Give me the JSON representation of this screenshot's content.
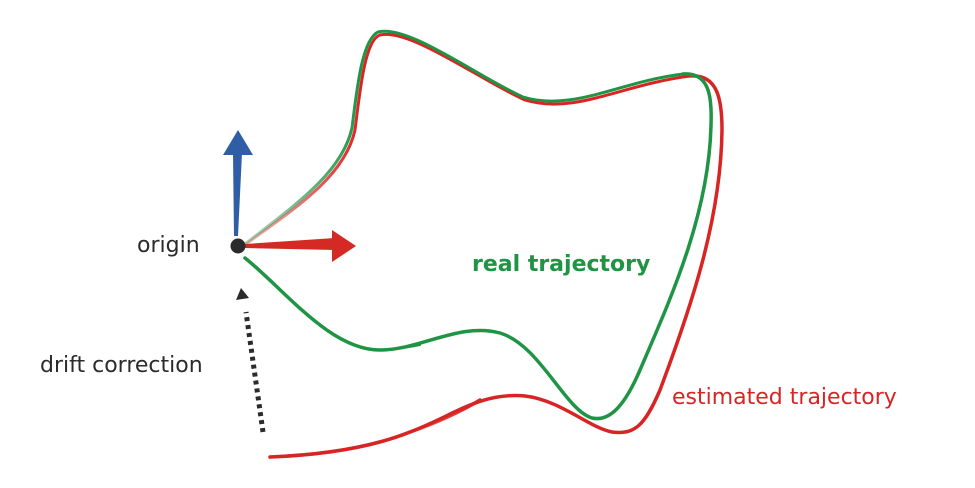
{
  "labels": {
    "origin": "origin",
    "drift_correction": "drift correction",
    "real_trajectory": "real trajectory",
    "estimated_trajectory": "estimated trajectory"
  },
  "colors": {
    "real": "#1f9445",
    "estimated": "#d92424",
    "x_axis": "#d42a23",
    "y_axis": "#2f5ea6",
    "origin": "#2b2b2b",
    "drift": "#2b2b2b"
  },
  "icons": {
    "x_axis": "red-arrow-right-icon",
    "y_axis": "blue-arrow-up-icon",
    "drift": "dotted-arrow-up-icon"
  }
}
